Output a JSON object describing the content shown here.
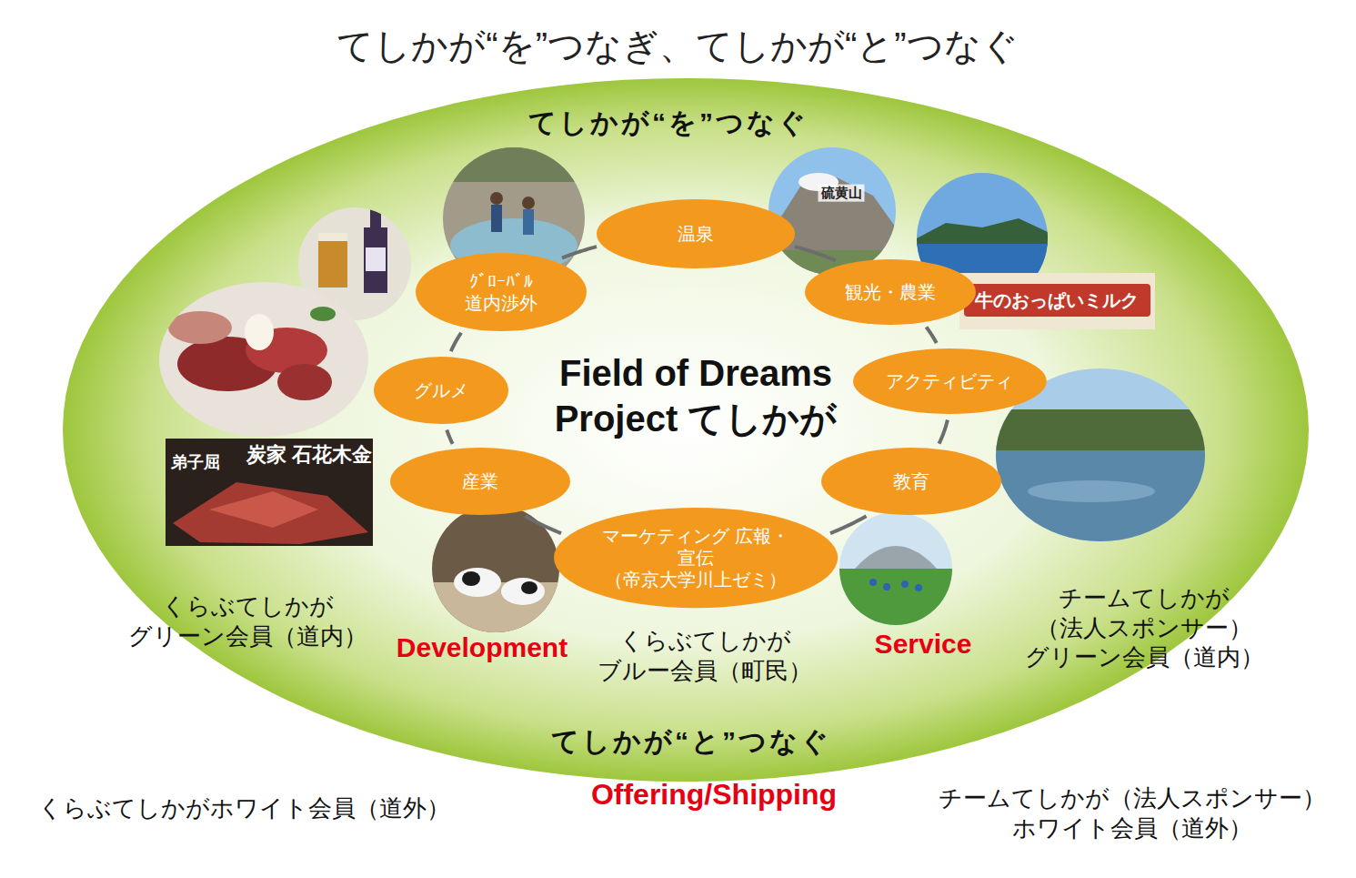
{
  "diagram": {
    "title": "てしかが“を”つなぎ、てしかが“と”つなぐ",
    "nodes": [
      {
        "text": [
          "てしかが“を”つなぐ",
          "てしかが“と”つなぐ"
        ]
      },
      {
        "text": [
          "温泉"
        ],
        "in": 0
      },
      {
        "text": [
          "観光・農業"
        ],
        "in": 0
      },
      {
        "text": [
          "アクティビティ"
        ],
        "in": 0
      },
      {
        "text": [
          "教育"
        ],
        "in": 0
      },
      {
        "text": [
          "マーケティング 広報・宣伝 （帝京大学川上ゼミ）"
        ],
        "in": 0
      },
      {
        "text": [
          "産業"
        ],
        "in": 0
      },
      {
        "text": [
          "グルメ"
        ],
        "in": 0
      },
      {
        "text": [
          "ｸﾞﾛｰﾊﾞﾙ 道内渉外"
        ],
        "in": 0
      }
    ],
    "edges": [
      {
        "from": 1,
        "to": 2,
        "arrow": "none"
      },
      {
        "from": 2,
        "to": 3,
        "arrow": "none"
      },
      {
        "from": 3,
        "to": 4,
        "arrow": "none"
      },
      {
        "from": 4,
        "to": 5,
        "arrow": "none"
      },
      {
        "from": 5,
        "to": 6,
        "arrow": "none"
      },
      {
        "from": 6,
        "to": 7,
        "arrow": "none"
      },
      {
        "from": 7,
        "to": 8,
        "arrow": "none"
      },
      {
        "from": 8,
        "to": 1,
        "arrow": "none"
      }
    ],
    "labels": [
      "Field of Dreams Project てしかが",
      "くらぶてしかが グリーン会員（道内）",
      "Development",
      "くらぶてしかが ブルー会員（町民）",
      "Service",
      "チームてしかが （法人スポンサー） グリーン会員（道内）",
      "くらぶてしかがホワイト会員（道外）",
      "Offering/Shipping",
      "チームてしかが（法人スポンサー） ホワイト会員（道外）",
      "硫黄山",
      "牛のおっぱいミルク",
      "弟子屈",
      "炭家 石花木金"
    ]
  }
}
